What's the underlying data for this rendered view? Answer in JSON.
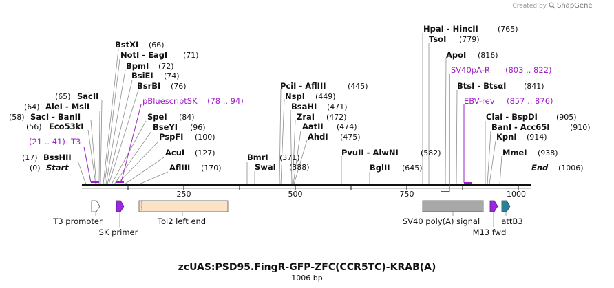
{
  "credit": {
    "prefix": "Created by",
    "brand": "SnapGene"
  },
  "map": {
    "title": "zcUAS:PSD95.FingR-GFP-ZFC(CCR5TC)-KRAB(A)",
    "length_label": "1006 bp",
    "ruler_ticks": [
      "250",
      "500",
      "750",
      "1000"
    ],
    "start_label": "Start",
    "start_pos": "(0)",
    "end_label": "End",
    "end_pos": "(1006)"
  },
  "enzymes": {
    "bsshii": {
      "name": "BssHII",
      "pos": "(17)"
    },
    "eco53ki": {
      "name": "Eco53kI",
      "pos": "(56)"
    },
    "saci": {
      "name": "SacI  - BanII",
      "pos": "(58)"
    },
    "alei": {
      "name": "AleI  - MslI",
      "pos": "(64)"
    },
    "sacii": {
      "name": "SacII",
      "pos": "(65)"
    },
    "bstxi": {
      "name": "BstXI",
      "pos": "(66)"
    },
    "noti": {
      "name": "NotI  - EagI",
      "pos": "(71)"
    },
    "bpmi": {
      "name": "BpmI",
      "pos": "(72)"
    },
    "bsiei": {
      "name": "BsiEI",
      "pos": "(74)"
    },
    "bsrbi": {
      "name": "BsrBI",
      "pos": "(76)"
    },
    "spei": {
      "name": "SpeI",
      "pos": "(84)"
    },
    "bseyi": {
      "name": "BseYI",
      "pos": "(96)"
    },
    "pspfi": {
      "name": "PspFI",
      "pos": "(100)"
    },
    "acui": {
      "name": "AcuI",
      "pos": "(127)"
    },
    "afliii_1": {
      "name": "AflIII",
      "pos": "(170)"
    },
    "bmri": {
      "name": "BmrI",
      "pos": "(371)"
    },
    "swai": {
      "name": "SwaI",
      "pos": "(388)"
    },
    "pcii": {
      "name": "PciI  - AflIII",
      "pos": "(445)"
    },
    "nspi": {
      "name": "NspI",
      "pos": "(449)"
    },
    "bsahi": {
      "name": "BsaHI",
      "pos": "(471)"
    },
    "zrai": {
      "name": "ZraI",
      "pos": "(472)"
    },
    "aatii": {
      "name": "AatII",
      "pos": "(474)"
    },
    "ahdi": {
      "name": "AhdI",
      "pos": "(475)"
    },
    "pvuii": {
      "name": "PvuII  - AlwNI",
      "pos": "(582)"
    },
    "bglii": {
      "name": "BglII",
      "pos": "(645)"
    },
    "hpai": {
      "name": "HpaI  - HincII",
      "pos": "(765)"
    },
    "tsoi": {
      "name": "TsoI",
      "pos": "(779)"
    },
    "apoi": {
      "name": "ApoI",
      "pos": "(816)"
    },
    "btsi": {
      "name": "BtsI  - BtsαI",
      "pos": "(841)"
    },
    "clai": {
      "name": "ClaI  - BspDI",
      "pos": "(905)"
    },
    "bani": {
      "name": "BanI  - Acc65I",
      "pos": "(910)"
    },
    "kpni": {
      "name": "KpnI",
      "pos": "(914)"
    },
    "mmei": {
      "name": "MmeI",
      "pos": "(938)"
    }
  },
  "primers": {
    "t3": {
      "name": "T3",
      "range": "(21 .. 41)"
    },
    "pbluescriptsk": {
      "name": "pBluescriptSK",
      "range": "(78 .. 94)"
    },
    "sv40pa_r": {
      "name": "SV40pA-R",
      "range": "(803 .. 822)"
    },
    "ebv_rev": {
      "name": "EBV-rev",
      "range": "(857 .. 876)"
    }
  },
  "features": {
    "t3_promoter": "T3 promoter",
    "sk_primer": "SK primer",
    "tol2": "Tol2 left end",
    "sv40": "SV40 poly(A) signal",
    "m13": "M13 fwd",
    "attb3": "attB3"
  },
  "colors": {
    "primer": "#a020c8",
    "t3_promoter": "#ffffff",
    "sk_primer": "#9b27e0",
    "tol2": "#fde3c5",
    "sv40": "#a8a8a8",
    "m13": "#9b27e0",
    "attb3": "#2d7f96"
  }
}
